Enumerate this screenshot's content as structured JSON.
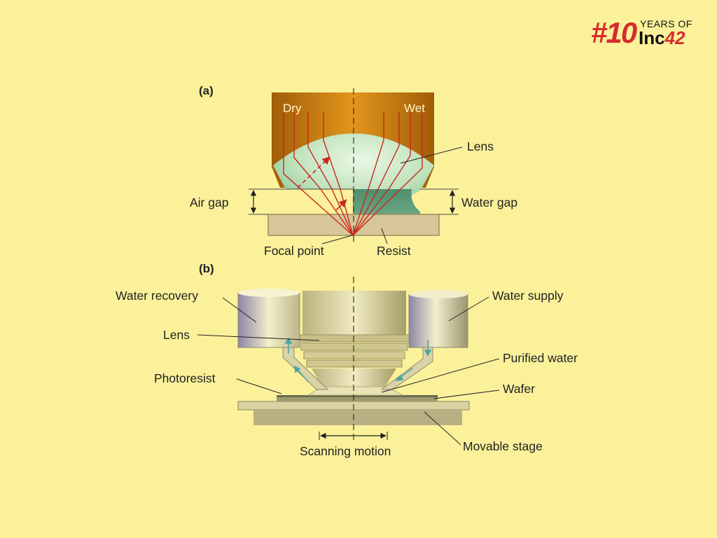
{
  "logo": {
    "hash": "#10",
    "years": "YEARS OF",
    "inc": "Inc",
    "num": "42"
  },
  "panel_a": {
    "tag": "(a)",
    "dry": "Dry",
    "wet": "Wet",
    "lens": "Lens",
    "air_gap": "Air gap",
    "water_gap": "Water gap",
    "focal_point": "Focal point",
    "resist": "Resist"
  },
  "panel_b": {
    "tag": "(b)",
    "water_recovery": "Water recovery",
    "water_supply": "Water supply",
    "lens": "Lens",
    "purified_water": "Purified water",
    "photoresist": "Photoresist",
    "wafer": "Wafer",
    "movable_stage": "Movable stage",
    "scanning_motion": "Scanning motion"
  },
  "colors": {
    "background": "#fbf19b",
    "lens_housing": "#c07a10",
    "lens_glass": "#b9dfb6",
    "ray": "#c8281e",
    "water": "#5b9a7a",
    "resist": "#d8c79a",
    "flow_arrow": "#4aa7a0"
  }
}
